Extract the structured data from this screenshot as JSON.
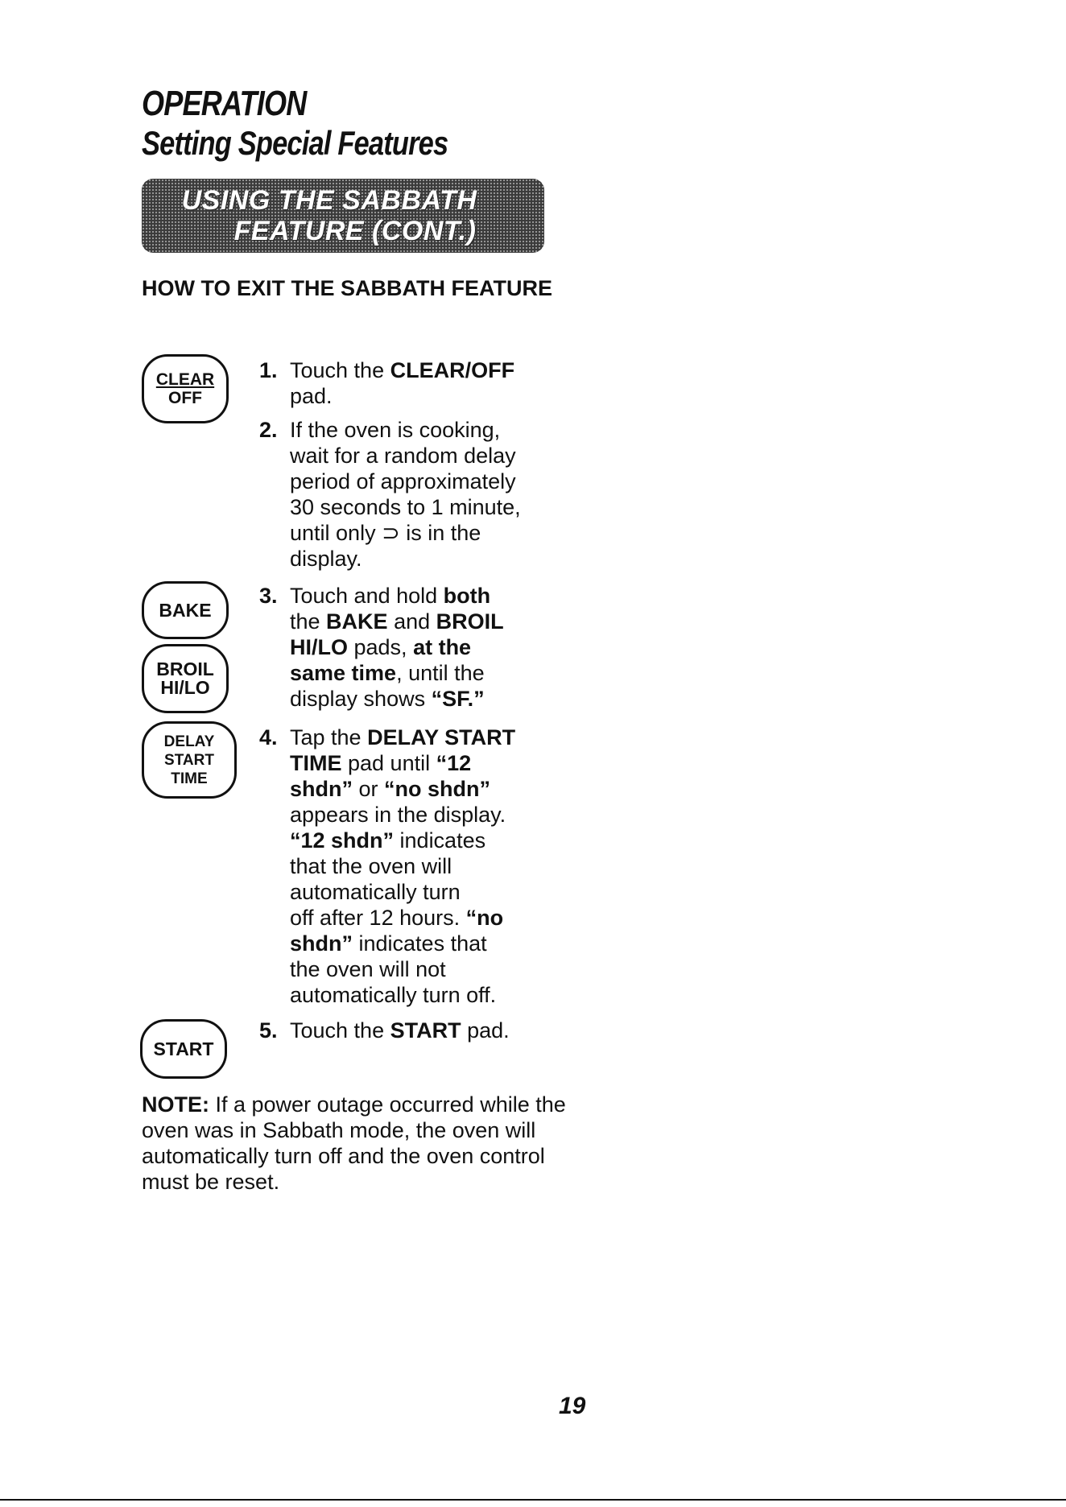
{
  "header": {
    "section": "OPERATION",
    "subsection": "Setting Special Features"
  },
  "banner": {
    "line1": "USING THE SABBATH",
    "line2": "FEATURE (CONT.)"
  },
  "subhead": "HOW TO EXIT THE SABBATH FEATURE",
  "pads": {
    "clear_top": "CLEAR",
    "clear_bottom": "OFF",
    "bake": "BAKE",
    "broil_top": "BROIL",
    "broil_bottom": "HI/LO",
    "delay_1": "DELAY",
    "delay_2": "START",
    "delay_3": "TIME",
    "start": "START"
  },
  "steps": [
    {
      "num": "1.",
      "html": "Touch the <b>CLEAR/OFF</b><br>pad."
    },
    {
      "num": "2.",
      "html": "If the oven is cooking,<br>wait for a random delay<br>period of approximately<br>30 seconds to 1 minute,<br>until only &#8835; is in the<br>display."
    },
    {
      "num": "3.",
      "html": "Touch and hold <b>both</b><br>the <b>BAKE</b> and <b>BROIL</b><br><b>HI/LO</b> pads, <b>at the</b><br><b>same time</b>, until the<br>display shows <b>“SF.”</b>"
    },
    {
      "num": "4.",
      "html": "Tap the <b>DELAY START</b><br><b>TIME</b> pad until <b>“12</b><br><b>shdn”</b> or <b>“no shdn”</b><br>appears in the display.<br><b>“12 shdn”</b> indicates<br>that the oven will<br>automatically turn<br>off after 12 hours. <b>“no</b><br><b>shdn”</b> indicates that<br>the oven will not<br>automatically turn off."
    },
    {
      "num": "5.",
      "html": "Touch the <b>START</b> pad."
    }
  ],
  "note": {
    "label": "NOTE:",
    "text": " If a power outage occurred while the oven was in Sabbath mode, the oven will automatically turn off and the oven control must be reset."
  },
  "page_number": "19"
}
